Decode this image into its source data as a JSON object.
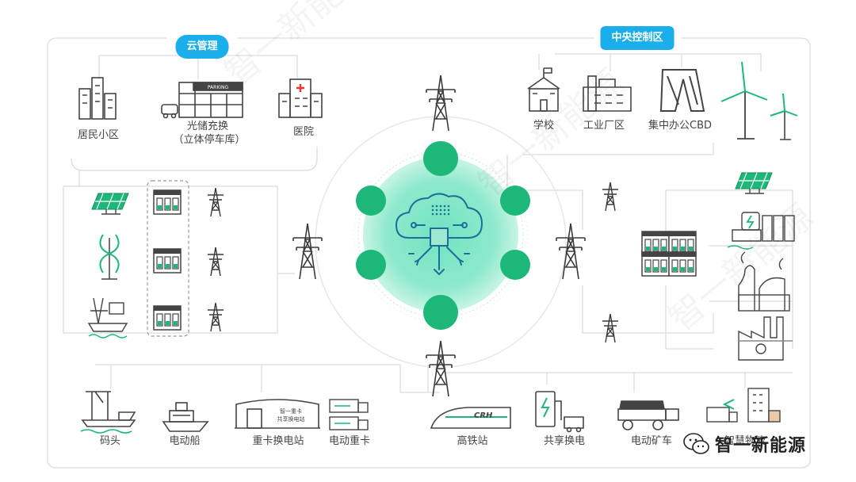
{
  "badges": {
    "cloud": "云管理",
    "control": "中央控制区"
  },
  "top_left": {
    "residential": "居民小区",
    "parking_line1": "光储充换",
    "parking_line2": "（立体停车库）",
    "hospital": "医院",
    "parking_sign": "PARKING"
  },
  "top_right": {
    "school": "学校",
    "industrial": "工业厂区",
    "cbd": "集中办公CBD"
  },
  "bottom_left": {
    "dock": "码头",
    "ship": "电动船",
    "swap_station": "重卡换电站",
    "swap_sign_line1": "智一重卡",
    "swap_sign_line2": "共享换电站",
    "truck": "电动重卡"
  },
  "bottom_right": {
    "rail": "高铁站",
    "shared_swap": "共享换电",
    "mining": "电动矿车",
    "logistics": "智慧物流",
    "train_text": "CRH"
  },
  "brand": {
    "name": "智一新能源"
  },
  "watermark": "智一新能源",
  "colors": {
    "accent_green": "#1db77a",
    "cloud_blue": "#1aaeea",
    "line_gray": "#dddddd",
    "icon_gray": "#555555"
  }
}
